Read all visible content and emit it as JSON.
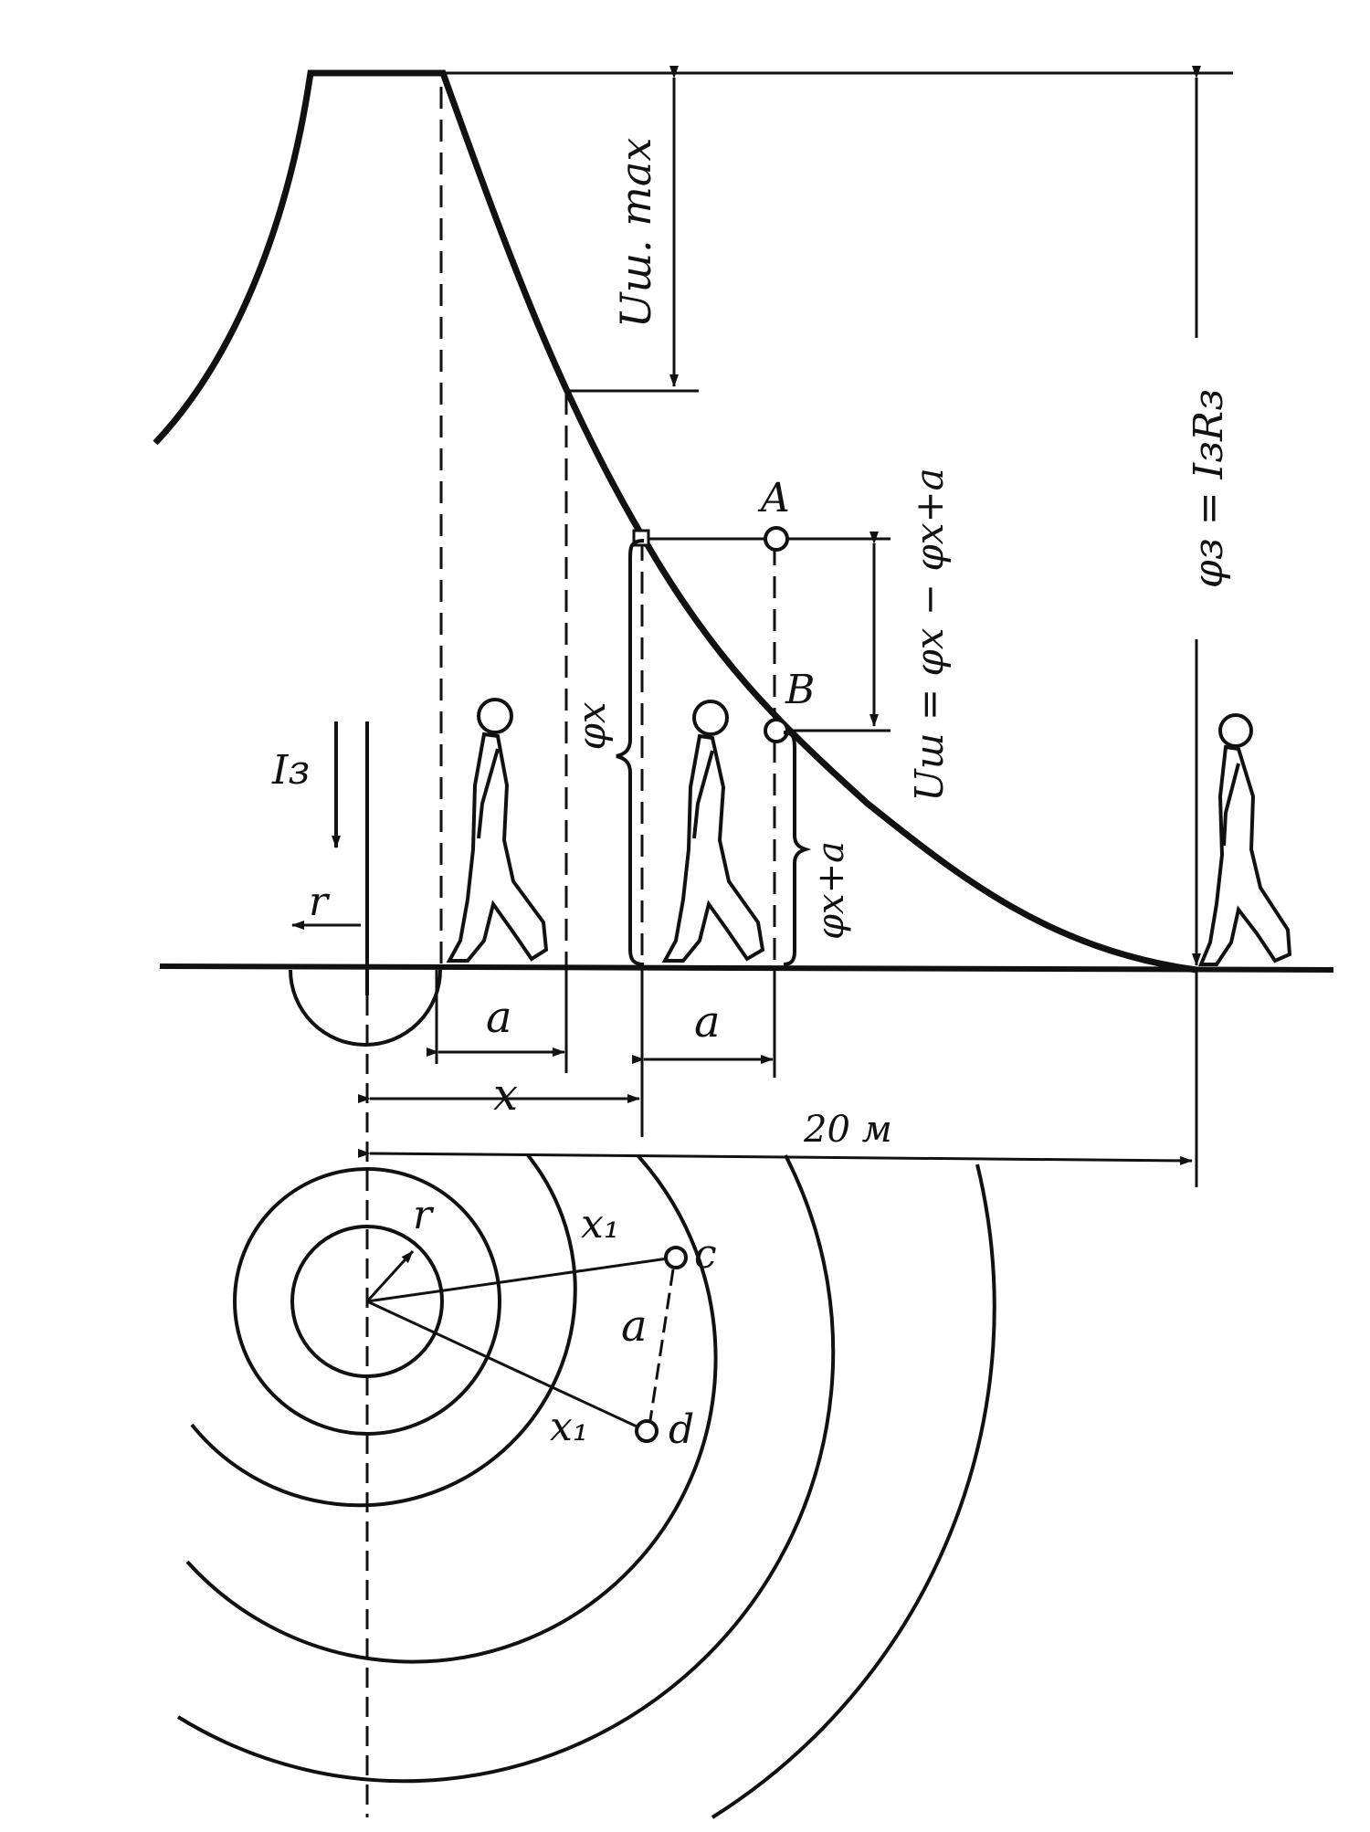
{
  "labels": {
    "u_step_max": "Uш. max",
    "phi_earth": "φз = IзRз",
    "u_step_formula": "Uш = φx − φx+a",
    "point_a": "A",
    "point_b": "B",
    "phi_x": "φx",
    "phi_x_a": "φx+a",
    "current": "Iз",
    "r_top": "r",
    "r_bottom": "r",
    "step_a1": "a",
    "step_a2": "a",
    "step_a3": "a",
    "dist_x": "x",
    "dist_x1_upper": "x₁",
    "dist_x1_lower": "x₁",
    "dist_20m": "20 м",
    "point_c": "c",
    "point_d": "d"
  },
  "colors": {
    "ink": "#111111",
    "paper": "#ffffff"
  }
}
